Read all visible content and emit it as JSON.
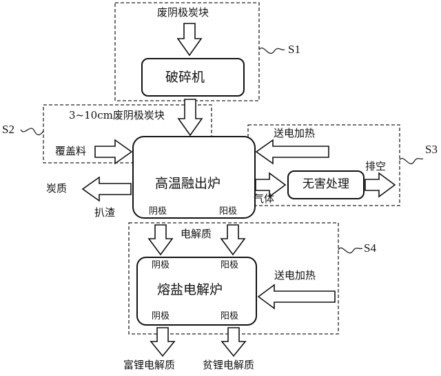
{
  "diagram": {
    "s1": {
      "id": "S1",
      "input": "废阴极炭块",
      "crusher": "破碎机"
    },
    "s2": {
      "id": "S2",
      "input": "3~10cm废阴极炭块",
      "cover_material": "覆盖料"
    },
    "furnace": {
      "title": "高温融出炉",
      "cathode": "阴极",
      "anode": "阳极",
      "carbon_output": "炭质",
      "slag": "扒渣"
    },
    "s3": {
      "id": "S3",
      "power_heating": "送电加热",
      "gas": "气体",
      "treatment": "无害处理",
      "exhaust": "排空"
    },
    "s4": {
      "id": "S4",
      "electrolyte": "电解质",
      "title": "熔盐电解炉",
      "top_cathode": "阴极",
      "top_anode": "阳极",
      "bottom_cathode": "阴极",
      "bottom_anode": "阳极",
      "power_heating": "送电加热"
    },
    "outputs": {
      "rich": "富锂电解质",
      "poor": "贫锂电解质"
    }
  }
}
